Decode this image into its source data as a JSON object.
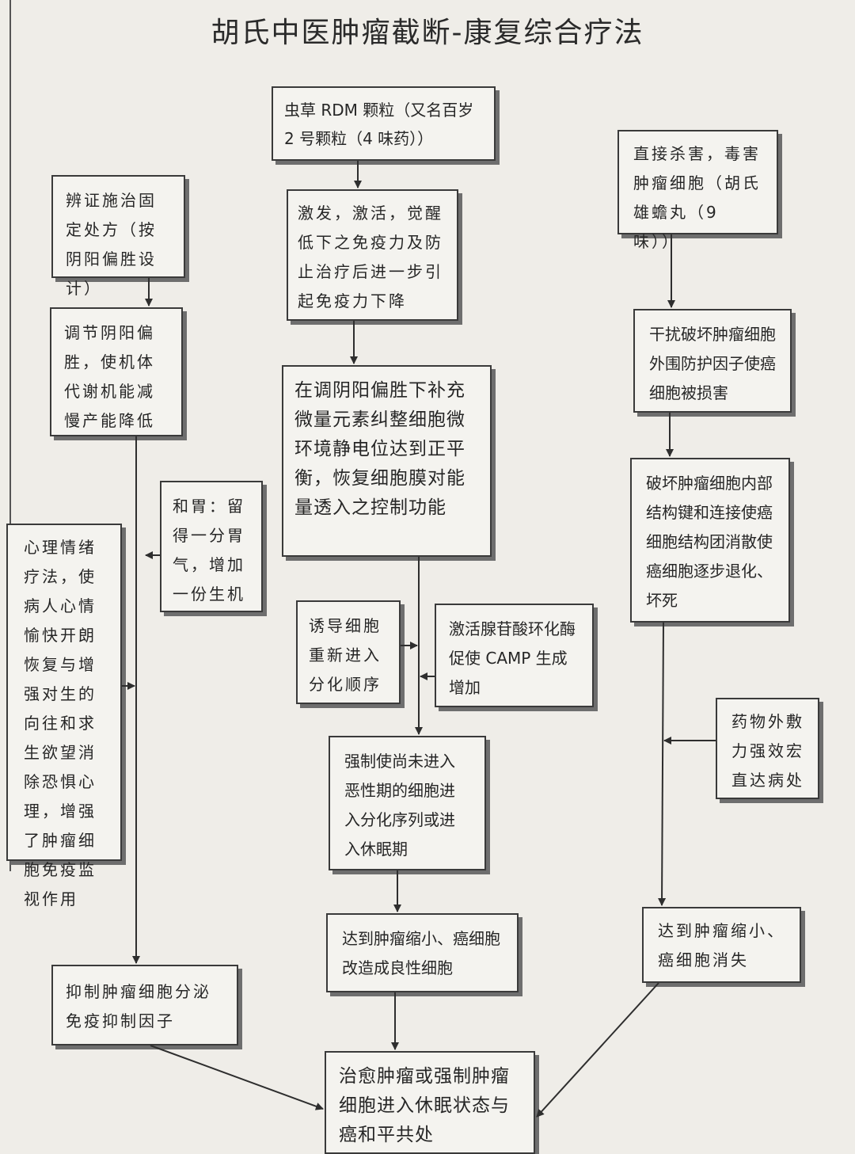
{
  "title": "胡氏中医肿瘤截断-康复综合疗法",
  "nodes": {
    "rdm_granule": "虫草 RDM 颗粒（又名百岁 2 号颗粒（4 味药））",
    "activate_immunity": "激发，激活，觉醒低下之免疫力及防止治疗后进一步引起免疫力下降",
    "trace_elements": "在调阴阳偏胜下补充微量元素纠整细胞微环境静电位达到正平衡，恢复细胞膜对能量透入之控制功能",
    "induce_differentiation": "诱导细胞重新进入分化顺序",
    "activate_camp": "激活腺苷酸环化酶促使 CAMP 生成增加",
    "force_dormancy": "强制使尚未进入恶性期的细胞进入分化序列或进入休眠期",
    "shrink_benign": "达到肿瘤缩小、癌细胞改造成良性细胞",
    "cure": "治愈肿瘤或强制肿瘤细胞进入休眠状态与癌和平共处",
    "syndrome_prescription": "辨证施治固定处方（按阴阳偏胜设计）",
    "regulate_yinyang": "调节阴阳偏胜，使机体代谢机能减慢产能降低",
    "harmonize_stomach": "和胃：留得一分胃气，增加一份生机",
    "psychological_therapy": "心理情绪疗法，使病人心情愉快开朗恢复与增强对生的向往和求生欲望消除恐惧心理，增强了肿瘤细胞免疫监视作用",
    "inhibit_factor": "抑制肿瘤细胞分泌免疫抑制因子",
    "direct_kill": "直接杀害，毒害肿瘤细胞（胡氏雄蟾丸（9 味））",
    "disrupt_protection": "干扰破坏肿瘤细胞外围防护因子使癌细胞被损害",
    "destroy_structure": "破坏肿瘤细胞内部结构键和连接使癌细胞结构团消散使癌细胞逐步退化、坏死",
    "external_application": "药物外敷力强效宏直达病处",
    "shrink_disappear": "达到肿瘤缩小、癌细胞消失"
  },
  "colors": {
    "line": "#3a3a3a",
    "box_border": "#3a3a3a",
    "shadow": "#6e6e6e",
    "paper": "#efede8"
  }
}
